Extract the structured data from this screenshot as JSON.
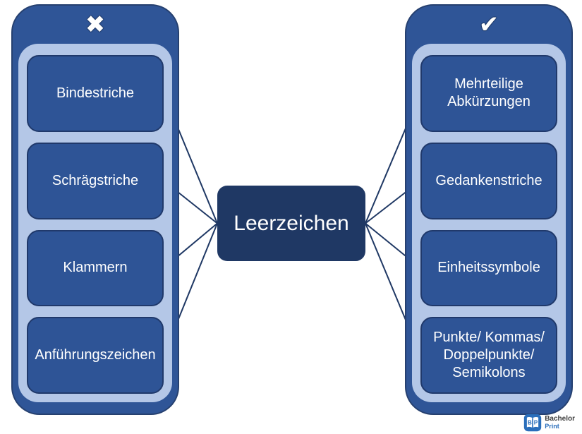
{
  "title": "Leerzeichen diagram",
  "colors": {
    "column_fill": "#2F5597",
    "column_border": "#26406F",
    "inner_panel": "#B4C7E7",
    "item_fill": "#2E5496",
    "item_border": "#20396B",
    "center_fill": "#1F3864",
    "connector_line": "#1F3864",
    "text": "#FFFFFF",
    "logo_blue": "#2A6EBB",
    "logo_dark": "#3D3D3D"
  },
  "center": {
    "label": "Leerzeichen"
  },
  "left_column": {
    "icon_glyph": "✖",
    "items": [
      {
        "label": "Bindestriche"
      },
      {
        "label": "Schrägstriche"
      },
      {
        "label": "Klammern"
      },
      {
        "label": "Anführungszeichen"
      }
    ]
  },
  "right_column": {
    "icon_glyph": "✔",
    "items": [
      {
        "label": "Mehrteilige Abkürzungen"
      },
      {
        "label": "Gedankenstriche"
      },
      {
        "label": "Einheitssymbole"
      },
      {
        "label": "Punkte/ Kommas/ Doppelpunkte/ Semikolons"
      }
    ]
  },
  "connections": [
    {
      "from": "item-bindestriche",
      "from_anchor": "right",
      "to": "center-node",
      "to_anchor": "left"
    },
    {
      "from": "item-schraegstriche",
      "from_anchor": "right",
      "to": "center-node",
      "to_anchor": "left"
    },
    {
      "from": "item-klammern",
      "from_anchor": "right",
      "to": "center-node",
      "to_anchor": "left"
    },
    {
      "from": "item-anfuehrungszeichen",
      "from_anchor": "right",
      "to": "center-node",
      "to_anchor": "left"
    },
    {
      "from": "item-mehrteilige-abkuerzungen",
      "from_anchor": "left",
      "to": "center-node",
      "to_anchor": "right"
    },
    {
      "from": "item-gedankenstriche",
      "from_anchor": "left",
      "to": "center-node",
      "to_anchor": "right"
    },
    {
      "from": "item-einheitssymbole",
      "from_anchor": "left",
      "to": "center-node",
      "to_anchor": "right"
    },
    {
      "from": "item-punkte-kommas",
      "from_anchor": "left",
      "to": "center-node",
      "to_anchor": "right"
    }
  ],
  "logo": {
    "line1": "Bachelor",
    "line2": "Print",
    "monogram_b": "B",
    "monogram_p": "P"
  }
}
